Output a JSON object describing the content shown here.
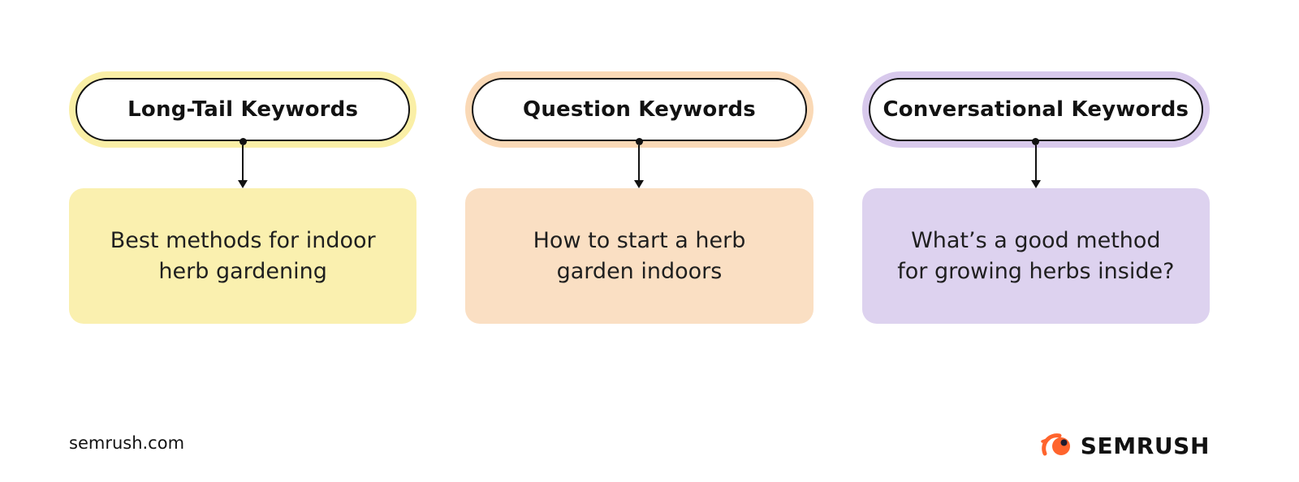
{
  "diagram": {
    "columns": [
      {
        "title": "Long-Tail Keywords",
        "example": "Best methods for indoor\nherb gardening",
        "ring_color": "#FAEFA6",
        "box_color": "#FAF0AF"
      },
      {
        "title": "Question Keywords",
        "example": "How to start a herb\ngarden indoors",
        "ring_color": "#FAD9B6",
        "box_color": "#FADFC3"
      },
      {
        "title": "Conversational Keywords",
        "example": "What’s a good method\nfor growing herbs inside?",
        "ring_color": "#D8C9EC",
        "box_color": "#DDD2EF"
      }
    ]
  },
  "footer": {
    "site": "semrush.com",
    "brand": "SEMRUSH"
  },
  "colors": {
    "outline": "#121212",
    "logo_orange": "#FF642D",
    "logo_eye": "#1E1B2E",
    "background": "#FFFFFF"
  }
}
